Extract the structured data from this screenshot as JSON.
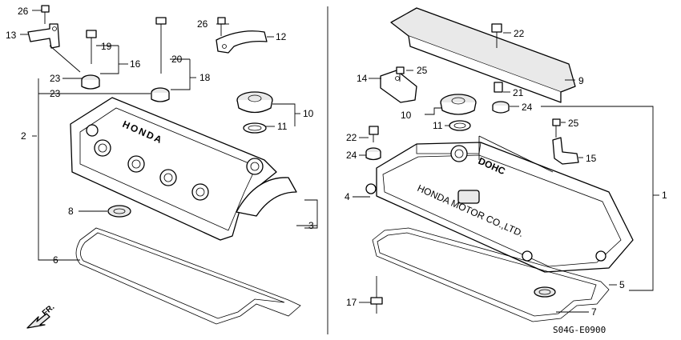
{
  "diagram_code": "S04G-E0900",
  "front_marker": "FR.",
  "left_labels": {
    "l26": "26",
    "l13": "13",
    "l19": "19",
    "l16": "16",
    "l20": "20",
    "l18": "18",
    "l23a": "23",
    "l23b": "23",
    "l2": "2",
    "l8": "8",
    "l6": "6",
    "l3": "3",
    "l10": "10",
    "l11": "11",
    "l12": "12",
    "l26b": "26"
  },
  "right_labels": {
    "r22a": "22",
    "r9": "9",
    "r21": "21",
    "r14": "14",
    "r25a": "25",
    "r24a": "24",
    "r10": "10",
    "r11": "11",
    "r22b": "22",
    "r24b": "24",
    "r25b": "25",
    "r15": "15",
    "r4": "4",
    "r1": "1",
    "r17": "17",
    "r5": "5",
    "r7": "7"
  },
  "cover_text": {
    "left": "HONDA",
    "right_logo": "DOHC",
    "right_sub": "HONDA MOTOR CO.,LTD."
  }
}
